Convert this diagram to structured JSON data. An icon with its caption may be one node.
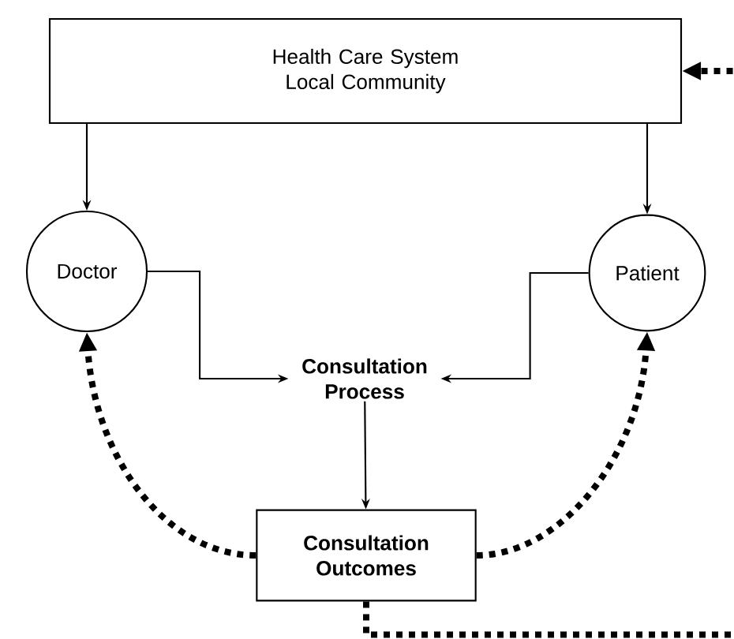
{
  "diagram": {
    "nodes": [
      {
        "text": [
          "Health Care System Local Community"
        ]
      },
      {
        "text": [
          "Doctor"
        ]
      },
      {
        "text": [
          "Patient"
        ]
      },
      {
        "text": [
          "Consultation Process"
        ]
      },
      {
        "text": [
          "Consultation Outcomes"
        ]
      }
    ],
    "edges": [
      {
        "from": 0,
        "to": 1,
        "arrow": "to"
      },
      {
        "from": 0,
        "to": 2,
        "arrow": "to"
      },
      {
        "from": 1,
        "to": 3,
        "arrow": "to"
      },
      {
        "from": 2,
        "to": 3,
        "arrow": "to"
      },
      {
        "from": 3,
        "to": 4,
        "arrow": "to"
      },
      {
        "from": 4,
        "to": 1,
        "arrow": "to",
        "style": "dashed"
      },
      {
        "from": 4,
        "to": 2,
        "arrow": "to",
        "style": "dashed"
      },
      {
        "from": 4,
        "to": 0,
        "arrow": "to",
        "style": "dashed"
      }
    ]
  }
}
